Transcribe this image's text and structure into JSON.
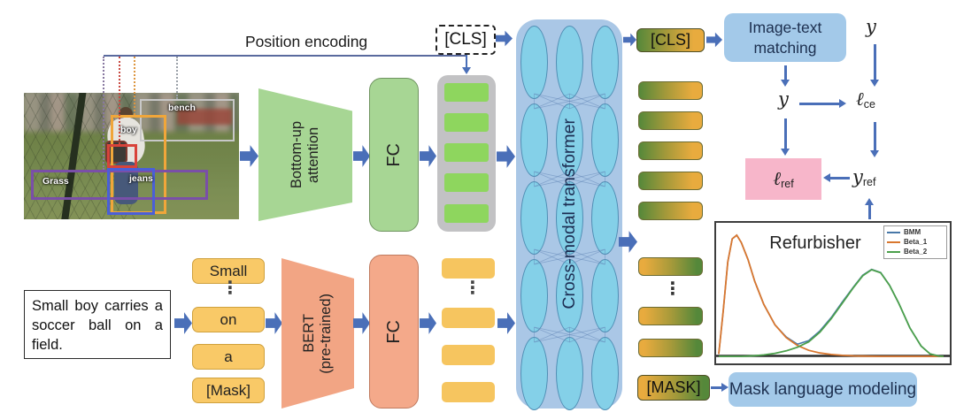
{
  "annotations": {
    "position_encoding": "Position encoding"
  },
  "photo": {
    "box_labels": [
      "bench",
      "boy",
      "Grass",
      "jeans"
    ]
  },
  "blocks": {
    "bottom_up_attention": "Bottom-up\nattention",
    "fc_visual": "FC",
    "bert": "BERT\n(pre-trained)",
    "fc_text": "FC",
    "cross_modal_transformer": "Cross-modal transformer"
  },
  "inputs": {
    "cls_token": "[CLS]",
    "caption": "Small boy carries a soccer ball on a field.",
    "tokens": [
      "Small",
      "on",
      "a",
      "[Mask]"
    ],
    "ellipsis": "⋮"
  },
  "outputs": {
    "cls": "[CLS]",
    "mask": "[MASK]",
    "ellipsis": "⋮"
  },
  "heads": {
    "itm_line1": "Image-text",
    "itm_line2": "matching",
    "mask_language_modeling": "Mask language modeling"
  },
  "losses": {
    "y_true": "y",
    "y_pred": "y",
    "lce_base": "ℓ",
    "lce_sub": "ce",
    "lref_base": "ℓ",
    "lref_sub": "ref",
    "yref_base": "y",
    "yref_sub": "ref"
  },
  "colors": {
    "arrow_blue": "#4a6fb8",
    "visual_green": "#a7d694",
    "visual_bar_green": "#8ed65e",
    "text_orange": "#f9c967",
    "bert_salmon": "#f2a584",
    "transformer_body": "#aac7e6",
    "transformer_node": "#84d0e8",
    "head_blue": "#a3c9e9",
    "loss_pink": "#f7b6ca",
    "gradient_green": "#55883a",
    "gradient_orange": "#e8ab3e"
  },
  "chart_data": {
    "type": "line",
    "title": "Refurbisher",
    "xlabel": "",
    "ylabel": "",
    "xlim": [
      0,
      1
    ],
    "ylim": [
      0,
      1
    ],
    "grid": false,
    "legend_position": "top-right",
    "x": [
      0,
      0.02,
      0.04,
      0.06,
      0.08,
      0.1,
      0.13,
      0.16,
      0.2,
      0.25,
      0.3,
      0.35,
      0.4,
      0.45,
      0.5,
      0.55,
      0.6,
      0.64,
      0.68,
      0.72,
      0.76,
      0.8,
      0.85,
      0.9,
      0.94,
      0.98,
      1.0
    ],
    "series": [
      {
        "name": "BMM",
        "color": "#4878a8",
        "values": [
          0.02,
          0.38,
          0.78,
          0.97,
          1.0,
          0.94,
          0.8,
          0.62,
          0.43,
          0.26,
          0.16,
          0.1,
          0.13,
          0.21,
          0.32,
          0.45,
          0.575,
          0.67,
          0.718,
          0.692,
          0.586,
          0.44,
          0.235,
          0.085,
          0.02,
          0.002,
          0
        ]
      },
      {
        "name": "Beta_1",
        "color": "#d9772f",
        "values": [
          0.02,
          0.38,
          0.78,
          0.97,
          1.0,
          0.94,
          0.8,
          0.62,
          0.43,
          0.26,
          0.155,
          0.09,
          0.05,
          0.028,
          0.015,
          0.008,
          0.004,
          0.002,
          0.001,
          0,
          0,
          0,
          0,
          0,
          0,
          0,
          0
        ]
      },
      {
        "name": "Beta_2",
        "color": "#4ca04c",
        "values": [
          0,
          0,
          0,
          0,
          0,
          0,
          0.002,
          0.005,
          0.012,
          0.025,
          0.045,
          0.075,
          0.12,
          0.2,
          0.31,
          0.44,
          0.57,
          0.665,
          0.715,
          0.69,
          0.585,
          0.44,
          0.235,
          0.085,
          0.02,
          0.002,
          0
        ]
      }
    ]
  }
}
